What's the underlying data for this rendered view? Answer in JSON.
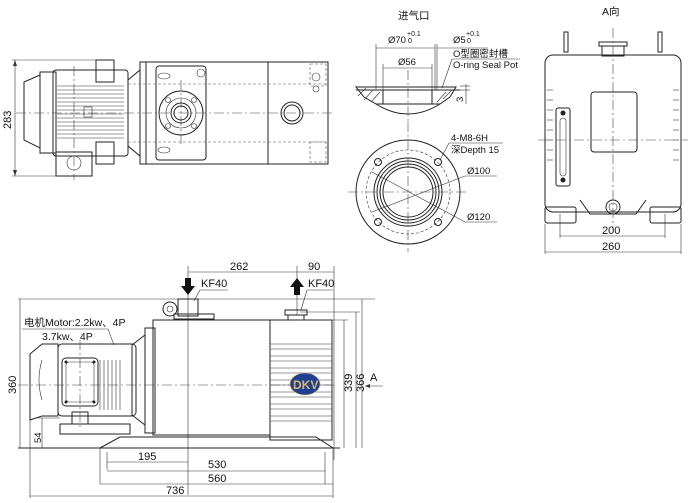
{
  "title_inlet": "进气口",
  "title_view_a": "A向",
  "inlet_detail": {
    "d70_label": "Ø70",
    "d70_tol_upper": "+0.1",
    "d70_tol_lower": "0",
    "d5_label": "Ø5",
    "d5_tol_upper": "+0.1",
    "d5_tol_lower": "0",
    "d56_label": "Ø56",
    "oring_cn": "O型圈密封槽",
    "oring_en": "O-ring Seal Pot",
    "depth_3": "3"
  },
  "flange_detail": {
    "thread_label": "4-M8-6H",
    "depth_label": "深Depth 15",
    "d100_label": "Ø100",
    "d120_label": "Ø120"
  },
  "view_a": {
    "dim_200": "200",
    "dim_260": "260"
  },
  "top_view": {
    "dim_283": "283"
  },
  "side_view": {
    "dim_262": "262",
    "dim_90": "90",
    "port_inlet_label": "KF40",
    "port_outlet_label": "KF40",
    "motor_line1": "电机Motor:2.2kw、4P",
    "motor_line2": "3.7kw、4P",
    "dim_360": "360",
    "dim_54": "54",
    "dim_339": "339",
    "dim_366": "366",
    "view_arrow_label": "A",
    "dim_195": "195",
    "dim_530": "530",
    "dim_560": "560",
    "dim_736": "736",
    "logo_text": "DKV"
  },
  "colors": {
    "line": "#222222",
    "logo_blue": "#1f3f8f",
    "logo_gold": "#d8b878"
  }
}
